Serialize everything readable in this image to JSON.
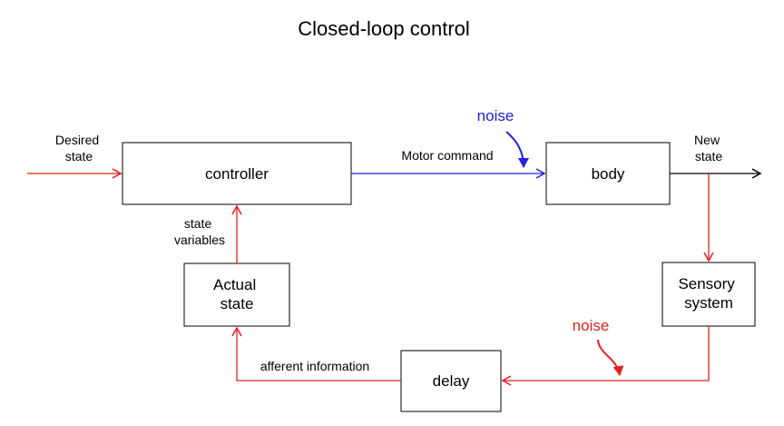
{
  "title": "Closed-loop control",
  "colors": {
    "forward": "#2020e6",
    "feedback": "#e62020",
    "output": "#000000",
    "box_border": "#000000"
  },
  "blocks": {
    "controller": "controller",
    "body": "body",
    "sensory_system": [
      "Sensory",
      "system"
    ],
    "delay": "delay",
    "actual_state": [
      "Actual",
      "state"
    ]
  },
  "signals": {
    "desired_state": [
      "Desired",
      "state"
    ],
    "motor_command": "Motor command",
    "new_state": [
      "New",
      "state"
    ],
    "state_variables": [
      "state",
      "variables"
    ],
    "afferent_information": "afferent information"
  },
  "noise": {
    "motor": "noise",
    "sensory": "noise"
  }
}
